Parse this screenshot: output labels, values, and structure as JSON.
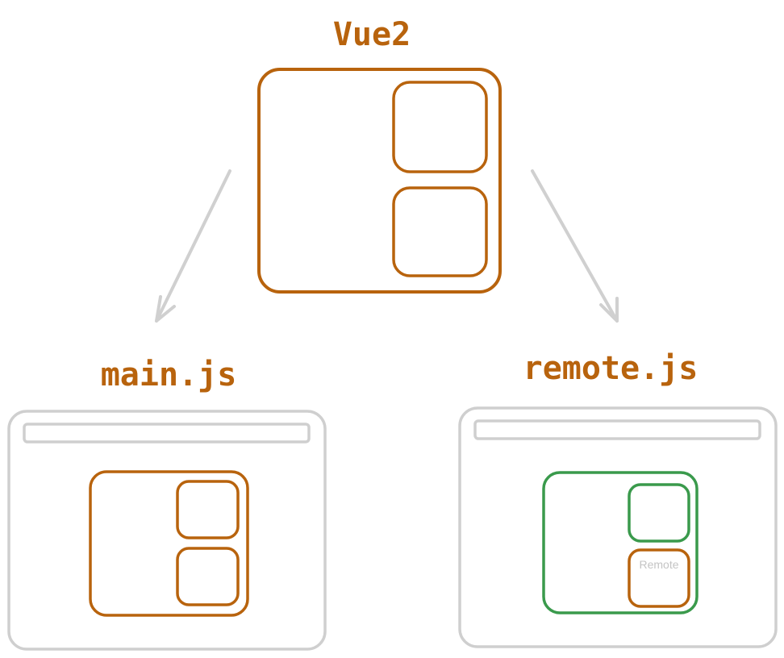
{
  "labels": {
    "top": "Vue2",
    "left": "main.js",
    "right": "remote.js",
    "remote_box": "Remote"
  },
  "colors": {
    "vue_orange": "#b8630d",
    "remote_green": "#3a9a4c",
    "window_gray": "#cfcfcf",
    "arrow_gray": "#d0d0d0",
    "remote_text_gray": "#c4c4c4"
  }
}
